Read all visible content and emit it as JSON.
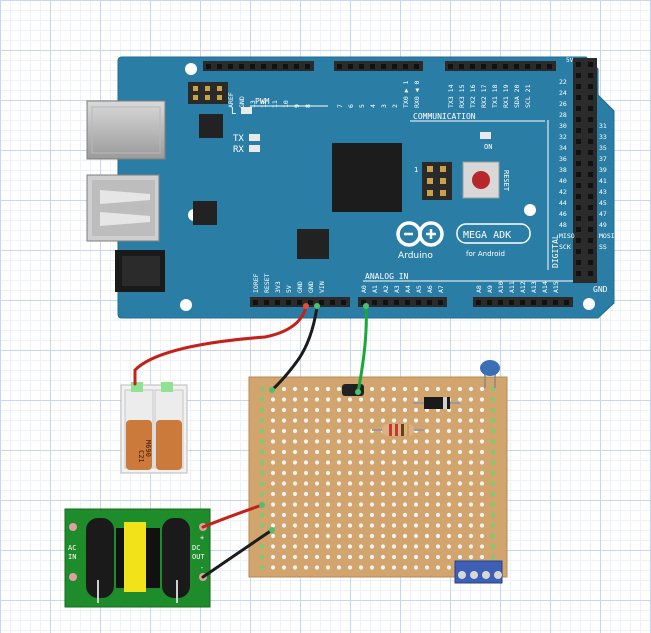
{
  "board": {
    "name_line1": "MEGA ADK",
    "name_line2": "for Android",
    "brand": "Arduino",
    "label_pwm": "PWM",
    "label_l": "L",
    "label_tx": "TX",
    "label_rx": "RX",
    "label_on": "ON",
    "label_reset": "RESET",
    "label_communication": "COMMUNICATION",
    "label_analog_in": "ANALOG IN",
    "label_digital": "DIGITAL",
    "label_5v_top": "5V",
    "label_gnd_right": "GND",
    "label_icsp": "1",
    "top_header_left": [
      "AREF",
      "GND",
      "13",
      "12",
      "11",
      "10",
      "9",
      "8"
    ],
    "top_header_mid": [
      "7",
      "6",
      "5",
      "4",
      "3",
      "2",
      "TX0 ▶ 1",
      "RX0 ◀ 0"
    ],
    "top_header_right": [
      "TX3 14",
      "RX3 15",
      "TX2 16",
      "RX2 17",
      "TX1 18",
      "RX1 19",
      "SDA 20",
      "SCL 21"
    ],
    "power_header": [
      "IOREF",
      "RESET",
      "3V3",
      "5V",
      "GND",
      "GND",
      "VIN"
    ],
    "analog_header_a": [
      "A0",
      "A1",
      "A2",
      "A3",
      "A4",
      "A5",
      "A6",
      "A7"
    ],
    "analog_header_b": [
      "A8",
      "A9",
      "A10",
      "A11",
      "A12",
      "A13",
      "A14",
      "A15"
    ],
    "digital_right_left": [
      "22",
      "24",
      "26",
      "28",
      "30",
      "32",
      "34",
      "36",
      "38",
      "40",
      "42",
      "44",
      "46",
      "48",
      "MISO",
      "SCK"
    ],
    "digital_right_right": [
      "",
      "",
      "",
      "",
      "31",
      "33",
      "35",
      "37",
      "39",
      "41",
      "43",
      "45",
      "47",
      "49",
      "MOSI",
      "SS"
    ]
  },
  "relay": {
    "line1": "C21",
    "line2": "M690"
  },
  "psu": {
    "ac_label": "AC",
    "in_label": "IN",
    "dc_label": "DC",
    "out_label": "OUT",
    "plus": "+",
    "minus": "-"
  },
  "colors": {
    "board": "#2a7ea6",
    "perfboard": "#d2a46e",
    "wire_red": "#c4211a",
    "wire_black": "#1c1c1c",
    "wire_green": "#18a83a",
    "psu_board": "#1e8c2a"
  }
}
